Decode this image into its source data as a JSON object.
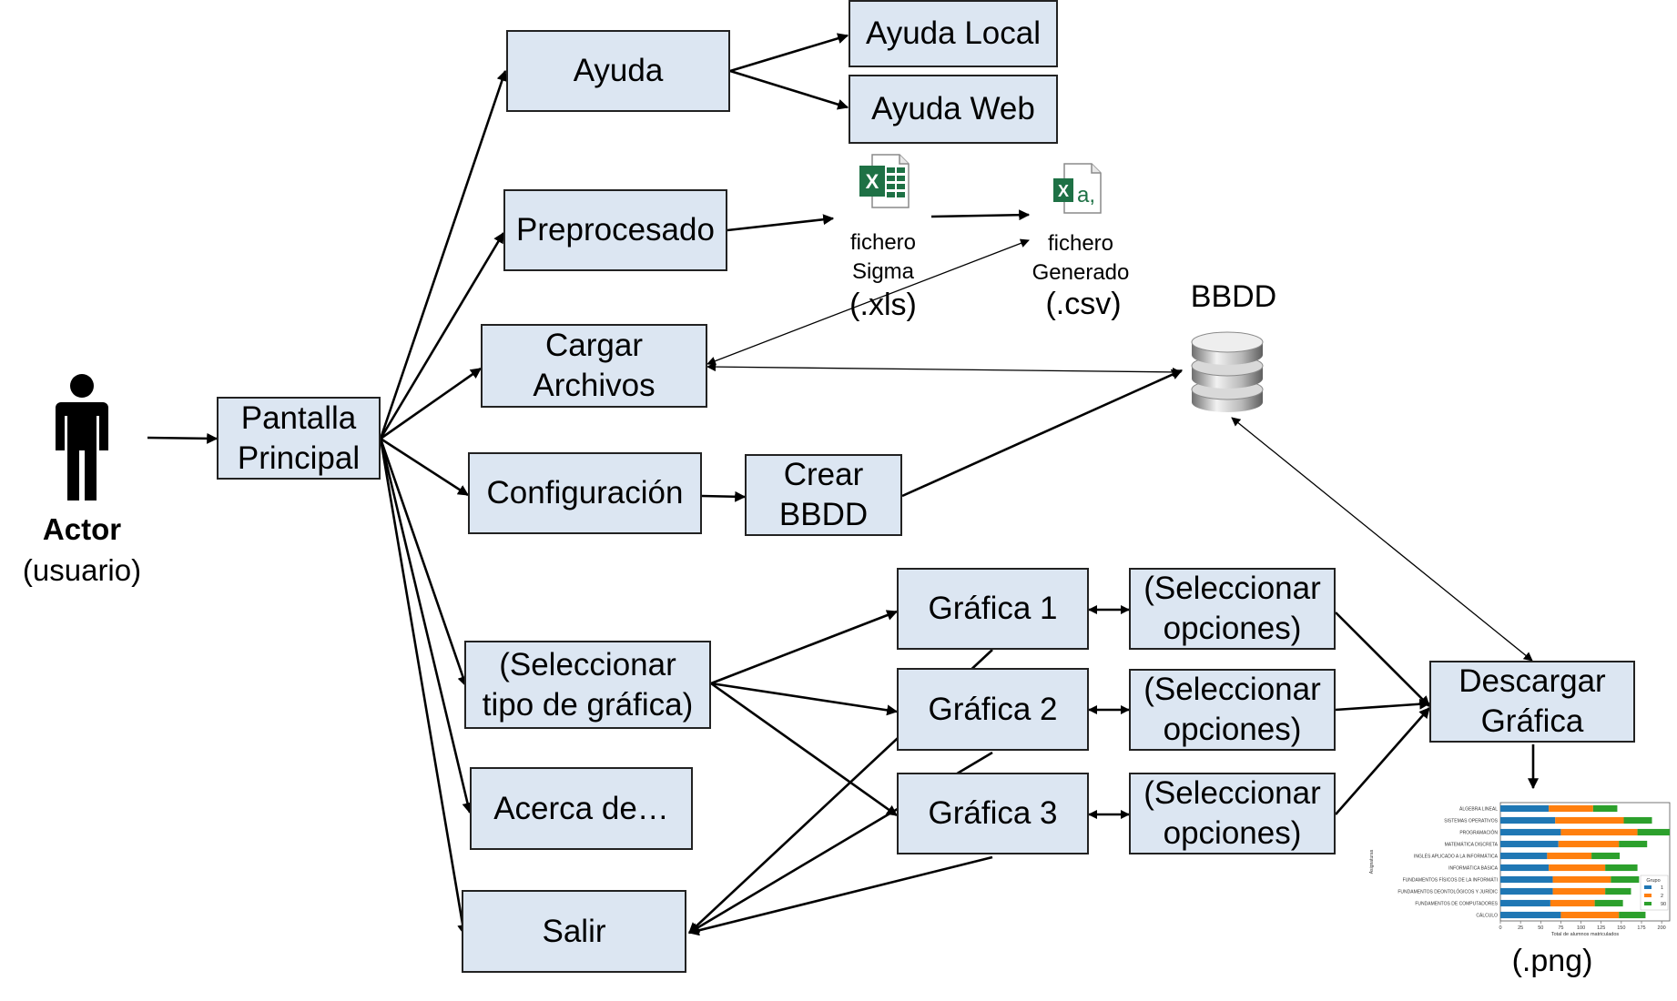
{
  "actor": {
    "name": "Actor",
    "role": "(usuario)"
  },
  "boxes": {
    "main": "Pantalla\nPrincipal",
    "ayuda": "Ayuda",
    "ayuda_local": "Ayuda Local",
    "ayuda_web": "Ayuda Web",
    "preprocesado": "Preprocesado",
    "cargar": "Cargar\nArchivos",
    "configuracion": "Configuración",
    "crear_bbdd": "Crear\nBBDD",
    "seleccionar_tipo": "(Seleccionar\ntipo de gráfica)",
    "acerca": "Acerca de…",
    "salir": "Salir",
    "grafica1": "Gráfica 1",
    "grafica2": "Gráfica 2",
    "grafica3": "Gráfica 3",
    "opciones1": "(Seleccionar\nopciones)",
    "opciones2": "(Seleccionar\nopciones)",
    "opciones3": "(Seleccionar\nopciones)",
    "descargar": "Descargar\nGráfica"
  },
  "files": {
    "sigma_label": "fichero\nSigma",
    "sigma_ext": "(.xls)",
    "generado_label": "fichero\nGenerado",
    "generado_ext": "(.csv)",
    "png_ext": "(.png)"
  },
  "db": {
    "label": "BBDD"
  },
  "icons": {
    "excel": "excel-file-icon",
    "csv": "excel-csv-icon",
    "database": "database-icon",
    "person": "person-icon"
  },
  "colors": {
    "box_fill": "#dce6f2",
    "excel_green": "#1e7145",
    "bar_blue": "#1f77b4",
    "bar_orange": "#ff7f0e",
    "bar_green": "#2ca02c"
  },
  "thumbnail": {
    "categories": [
      "ÁLGEBRA LINEAL",
      "SISTEMAS OPERATIVOS",
      "PROGRAMACIÓN",
      "MATEMÁTICA DISCRETA",
      "INGLÉS APLICADO A LA INFORMÁTICA",
      "INFORMÁTICA BÁSICA",
      "FUNDAMENTOS FÍSICOS DE LA INFORMÁTI",
      "FUNDAMENTOS DEONTOLÓGICOS Y JURÍDIC",
      "FUNDAMENTOS DE COMPUTADORES",
      "CÁLCULO"
    ],
    "series": [
      {
        "name": "1",
        "values": [
          60,
          68,
          75,
          72,
          58,
          60,
          65,
          65,
          62,
          75
        ]
      },
      {
        "name": "2",
        "values": [
          55,
          85,
          95,
          75,
          55,
          70,
          72,
          65,
          55,
          72
        ]
      },
      {
        "name": "90",
        "values": [
          30,
          35,
          40,
          35,
          35,
          40,
          35,
          32,
          35,
          33
        ]
      }
    ],
    "xticks": [
      "0",
      "25",
      "50",
      "75",
      "100",
      "125",
      "150",
      "175",
      "200"
    ],
    "xlim": [
      0,
      210
    ],
    "xlabel": "Total de alumnos matriculados",
    "ylabel": "Asignaturas",
    "legend_title": "Grupo"
  }
}
